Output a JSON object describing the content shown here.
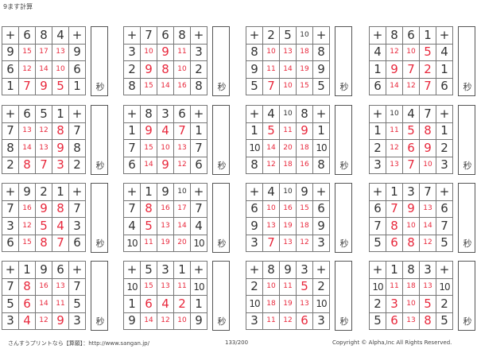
{
  "title": "9ます計算",
  "operator": "+",
  "seconds_label": "秒",
  "grids": [
    {
      "top": [
        "6",
        "8",
        "4"
      ],
      "rows": [
        {
          "left": "9",
          "ans": [
            "15",
            "17",
            "13"
          ]
        },
        {
          "left": "6",
          "ans": [
            "12",
            "14",
            "10"
          ]
        },
        {
          "left": "1",
          "ans": [
            "7",
            "9",
            "5"
          ]
        }
      ]
    },
    {
      "top": [
        "7",
        "6",
        "8"
      ],
      "rows": [
        {
          "left": "3",
          "ans": [
            "10",
            "9",
            "11"
          ]
        },
        {
          "left": "2",
          "ans": [
            "9",
            "8",
            "10"
          ]
        },
        {
          "left": "8",
          "ans": [
            "15",
            "14",
            "16"
          ]
        }
      ]
    },
    {
      "top": [
        "2",
        "5",
        "10"
      ],
      "rows": [
        {
          "left": "8",
          "ans": [
            "10",
            "13",
            "18"
          ]
        },
        {
          "left": "9",
          "ans": [
            "11",
            "14",
            "19"
          ]
        },
        {
          "left": "5",
          "ans": [
            "7",
            "10",
            "15"
          ]
        }
      ]
    },
    {
      "top": [
        "8",
        "6",
        "1"
      ],
      "rows": [
        {
          "left": "4",
          "ans": [
            "12",
            "10",
            "5"
          ]
        },
        {
          "left": "1",
          "ans": [
            "9",
            "7",
            "2"
          ]
        },
        {
          "left": "6",
          "ans": [
            "14",
            "12",
            "7"
          ]
        }
      ]
    },
    {
      "top": [
        "6",
        "5",
        "1"
      ],
      "rows": [
        {
          "left": "7",
          "ans": [
            "13",
            "12",
            "8"
          ]
        },
        {
          "left": "8",
          "ans": [
            "14",
            "13",
            "9"
          ]
        },
        {
          "left": "2",
          "ans": [
            "8",
            "7",
            "3"
          ]
        }
      ]
    },
    {
      "top": [
        "8",
        "3",
        "6"
      ],
      "rows": [
        {
          "left": "1",
          "ans": [
            "9",
            "4",
            "7"
          ]
        },
        {
          "left": "7",
          "ans": [
            "15",
            "10",
            "13"
          ]
        },
        {
          "left": "6",
          "ans": [
            "14",
            "9",
            "12"
          ]
        }
      ]
    },
    {
      "top": [
        "4",
        "10",
        "8"
      ],
      "rows": [
        {
          "left": "1",
          "ans": [
            "5",
            "11",
            "9"
          ]
        },
        {
          "left": "10",
          "ans": [
            "14",
            "20",
            "18"
          ]
        },
        {
          "left": "8",
          "ans": [
            "12",
            "18",
            "16"
          ]
        }
      ]
    },
    {
      "top": [
        "10",
        "4",
        "7"
      ],
      "rows": [
        {
          "left": "1",
          "ans": [
            "11",
            "5",
            "8"
          ]
        },
        {
          "left": "2",
          "ans": [
            "12",
            "6",
            "9"
          ]
        },
        {
          "left": "3",
          "ans": [
            "13",
            "7",
            "10"
          ]
        }
      ]
    },
    {
      "top": [
        "9",
        "2",
        "1"
      ],
      "rows": [
        {
          "left": "7",
          "ans": [
            "16",
            "9",
            "8"
          ]
        },
        {
          "left": "3",
          "ans": [
            "12",
            "5",
            "4"
          ]
        },
        {
          "left": "6",
          "ans": [
            "15",
            "8",
            "7"
          ]
        }
      ]
    },
    {
      "top": [
        "1",
        "9",
        "10"
      ],
      "rows": [
        {
          "left": "7",
          "ans": [
            "8",
            "16",
            "17"
          ]
        },
        {
          "left": "4",
          "ans": [
            "5",
            "13",
            "14"
          ]
        },
        {
          "left": "10",
          "ans": [
            "11",
            "19",
            "20"
          ]
        }
      ]
    },
    {
      "top": [
        "4",
        "10",
        "9"
      ],
      "rows": [
        {
          "left": "6",
          "ans": [
            "10",
            "16",
            "15"
          ]
        },
        {
          "left": "9",
          "ans": [
            "13",
            "19",
            "18"
          ]
        },
        {
          "left": "3",
          "ans": [
            "7",
            "13",
            "12"
          ]
        }
      ]
    },
    {
      "top": [
        "1",
        "3",
        "7"
      ],
      "rows": [
        {
          "left": "6",
          "ans": [
            "7",
            "9",
            "13"
          ]
        },
        {
          "left": "7",
          "ans": [
            "8",
            "10",
            "14"
          ]
        },
        {
          "left": "5",
          "ans": [
            "6",
            "8",
            "12"
          ]
        }
      ]
    },
    {
      "top": [
        "1",
        "9",
        "6"
      ],
      "rows": [
        {
          "left": "7",
          "ans": [
            "8",
            "16",
            "13"
          ]
        },
        {
          "left": "5",
          "ans": [
            "6",
            "14",
            "11"
          ]
        },
        {
          "left": "3",
          "ans": [
            "4",
            "12",
            "9"
          ]
        }
      ]
    },
    {
      "top": [
        "5",
        "3",
        "1"
      ],
      "rows": [
        {
          "left": "10",
          "ans": [
            "15",
            "13",
            "11"
          ]
        },
        {
          "left": "1",
          "ans": [
            "6",
            "4",
            "2"
          ]
        },
        {
          "left": "9",
          "ans": [
            "14",
            "12",
            "10"
          ]
        }
      ]
    },
    {
      "top": [
        "8",
        "9",
        "3"
      ],
      "rows": [
        {
          "left": "2",
          "ans": [
            "10",
            "11",
            "5"
          ]
        },
        {
          "left": "10",
          "ans": [
            "18",
            "19",
            "13"
          ]
        },
        {
          "left": "3",
          "ans": [
            "11",
            "12",
            "6"
          ]
        }
      ]
    },
    {
      "top": [
        "1",
        "8",
        "3"
      ],
      "rows": [
        {
          "left": "10",
          "ans": [
            "11",
            "18",
            "13"
          ]
        },
        {
          "left": "2",
          "ans": [
            "3",
            "10",
            "5"
          ]
        },
        {
          "left": "5",
          "ans": [
            "6",
            "13",
            "8"
          ]
        }
      ]
    }
  ],
  "footer": {
    "site": "さんすうプリントなら【算願】：http://www.sangan.jp/",
    "page": "133/200",
    "copyright": "Copyright © Alpha,Inc All Rights Reserved."
  }
}
